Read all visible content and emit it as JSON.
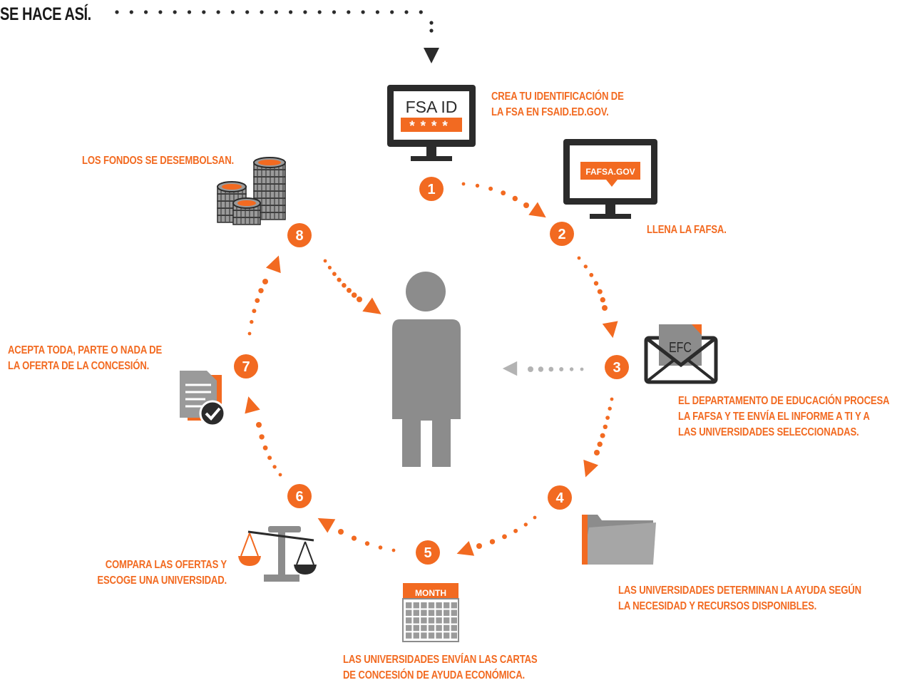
{
  "header": {
    "text": "SE HACE ASÍ."
  },
  "colors": {
    "accent": "#f26a21",
    "gray": "#8c8c8c",
    "dark": "#2b2b2b",
    "dot_gray": "#b3b3b3"
  },
  "screens": {
    "fsa_line1": "FSA ID",
    "fsa_line2": "****",
    "fafsa_url": "FAFSA.GOV"
  },
  "envelope_text": "EFC",
  "calendar_text": "MONTH",
  "steps": [
    {
      "num": "1",
      "lines": [
        "CREA TU IDENTIFICACIÓN DE",
        "LA FSA EN FSAID.ED.GOV."
      ],
      "icon": "computer-fsa-id-icon"
    },
    {
      "num": "2",
      "lines": [
        "LLENA LA FAFSA."
      ],
      "icon": "computer-fafsa-icon"
    },
    {
      "num": "3",
      "lines": [
        "EL DEPARTAMENTO DE EDUCACIÓN PROCESA",
        "LA FAFSA Y TE ENVÍA EL INFORME A TI Y A",
        "LAS UNIVERSIDADES SELECCIONADAS."
      ],
      "icon": "envelope-efc-icon"
    },
    {
      "num": "4",
      "lines": [
        "LAS UNIVERSIDADES DETERMINAN LA AYUDA SEGÚN",
        "LA NECESIDAD Y RECURSOS DISPONIBLES."
      ],
      "icon": "folder-icon"
    },
    {
      "num": "5",
      "lines": [
        "LAS UNIVERSIDADES ENVÍAN LAS CARTAS",
        "DE CONCESIÓN DE AYUDA ECONÓMICA."
      ],
      "icon": "calendar-icon"
    },
    {
      "num": "6",
      "lines": [
        "COMPARA LAS OFERTAS Y",
        "ESCOGE UNA UNIVERSIDAD."
      ],
      "icon": "scale-icon"
    },
    {
      "num": "7",
      "lines": [
        "ACEPTA TODA, PARTE O NADA DE",
        "LA OFERTA DE LA CONCESIÓN."
      ],
      "icon": "document-check-icon"
    },
    {
      "num": "8",
      "lines": [
        "LOS FONDOS SE DESEMBOLSAN."
      ],
      "icon": "coins-icon"
    }
  ]
}
